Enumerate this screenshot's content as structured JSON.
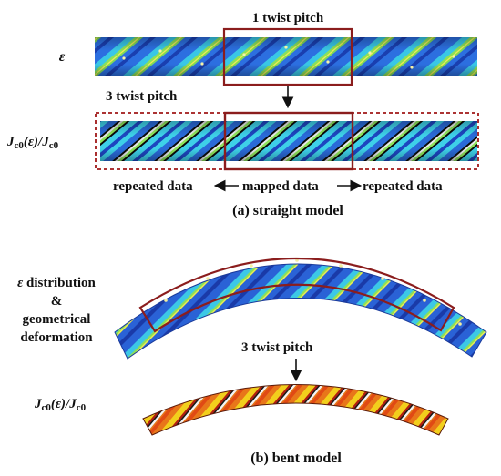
{
  "labels": {
    "strain": "ε",
    "jc_a": "J",
    "jc_a_sub": "c0",
    "jc_a_mid": "(ε)/",
    "jc_a_b": "J",
    "jc_a_sub2": "c0",
    "one_twist": "1 twist pitch",
    "three_twist_top": "3 twist pitch",
    "repeated_left": "repeated data",
    "mapped": "mapped data",
    "repeated_right": "repeated data",
    "caption_a": "(a) straight model",
    "eps_dist_1": "ε distribution",
    "eps_dist_2": "&",
    "eps_dist_3": "geometrical",
    "eps_dist_4": "deformation",
    "three_twist_bent": "3 twist pitch",
    "jc_b": "J",
    "jc_b_sub": "c0",
    "jc_b_mid": "(ε)/",
    "jc_b_b": "J",
    "jc_b_sub2": "c0",
    "caption_b": "(b) bent model"
  },
  "colors": {
    "frame": "#8b1d1d",
    "dash": "#a01818",
    "cable_blue": "#1f5fd8",
    "cable_cyan": "#3fd6e8",
    "cable_green": "#7fe05a",
    "hot_orange": "#e8761a",
    "hot_yellow": "#f2d21c",
    "hot_red": "#b02010"
  }
}
